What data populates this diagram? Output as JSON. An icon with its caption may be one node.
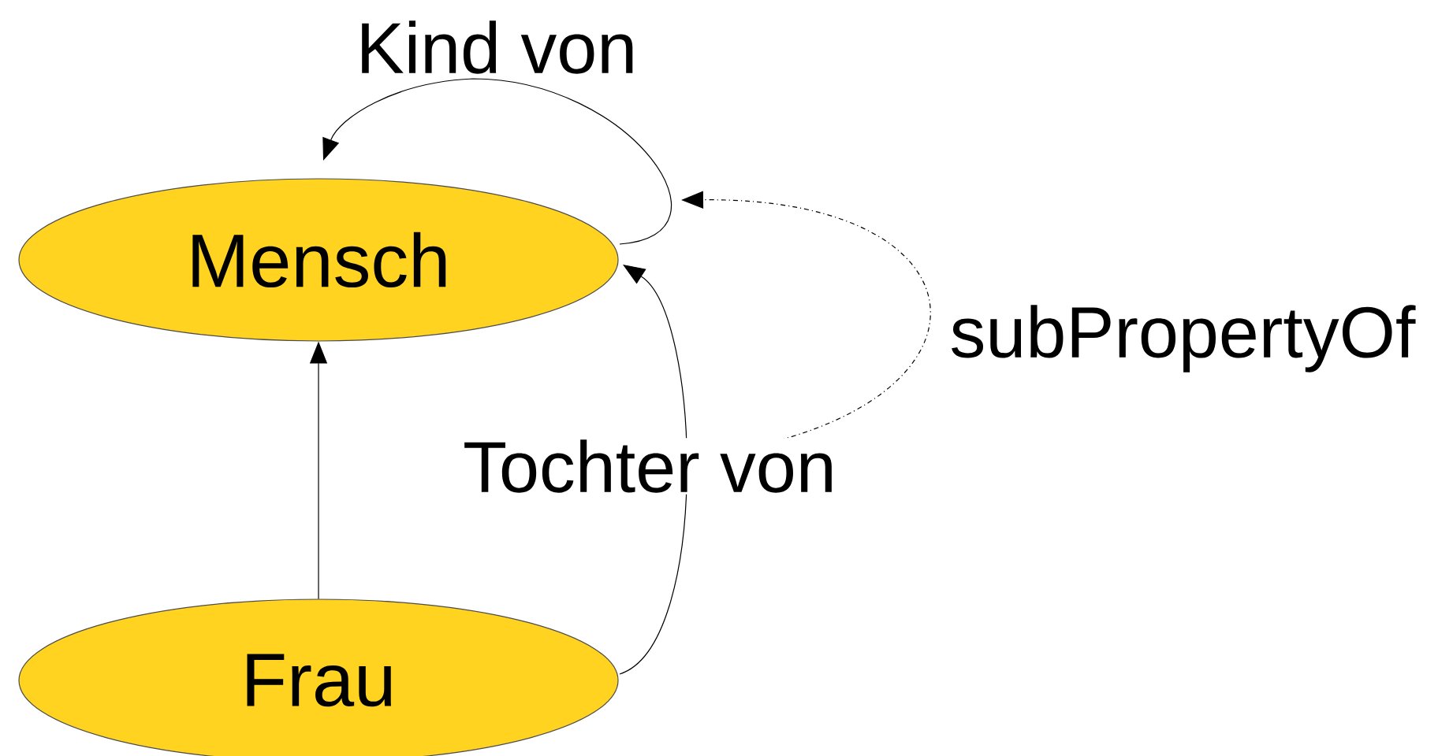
{
  "diagram": {
    "nodes": [
      {
        "text": [
          "Mensch"
        ]
      },
      {
        "text": [
          "Frau"
        ]
      }
    ],
    "edges": [
      {
        "from": 1,
        "to": 0,
        "arrow": "to"
      },
      {
        "from": 0,
        "to": 0,
        "arrow": "to",
        "label": "Kind von"
      },
      {
        "from": 1,
        "to": 0,
        "arrow": "to",
        "label": "Tochter von"
      },
      {
        "from": null,
        "to": 0,
        "arrow": "to",
        "label": "subPropertyOf",
        "style": "dashed"
      }
    ]
  }
}
